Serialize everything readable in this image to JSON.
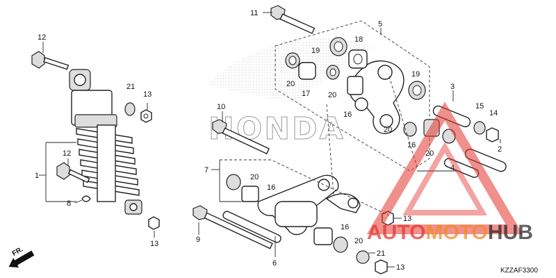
{
  "diagram": {
    "code": "KZZAF3300",
    "front_marker": "FR.",
    "brand_outline": "HONDA",
    "watermark": {
      "part1": "AUTO",
      "part2": "MOTO",
      "part3": "HUB"
    },
    "callouts": [
      "1",
      "2",
      "3",
      "4",
      "5",
      "6",
      "7",
      "8",
      "9",
      "10",
      "11",
      "12",
      "13",
      "14",
      "15",
      "16",
      "17",
      "18",
      "19",
      "20",
      "21"
    ]
  }
}
